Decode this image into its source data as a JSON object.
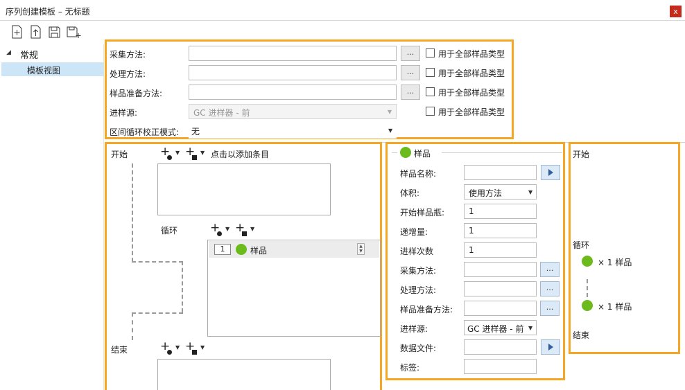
{
  "window": {
    "title": "序列创建模板 – 无标题",
    "close_label": "x"
  },
  "toolbar": {
    "icons": [
      "new-icon",
      "export-icon",
      "save-icon",
      "save-as-icon"
    ]
  },
  "tree": {
    "root_label": "常规",
    "child_label": "模板视图"
  },
  "global_form": {
    "rows": [
      {
        "label": "采集方法:",
        "value": "",
        "check_label": "用于全部样品类型"
      },
      {
        "label": "处理方法:",
        "value": "",
        "check_label": "用于全部样品类型"
      },
      {
        "label": "样品准备方法:",
        "value": "",
        "check_label": "用于全部样品类型"
      },
      {
        "label": "进样源:",
        "value": "GC 进样器 - 前",
        "check_label": "用于全部样品类型"
      }
    ],
    "loop_mode_label": "区间循环校正模式:",
    "loop_mode_value": "无",
    "browse_label": "..."
  },
  "flow": {
    "start_label": "开始",
    "add_hint": "点击以添加条目",
    "loop_label": "循环",
    "loop_item_index": "1",
    "loop_item_label": "样品",
    "end_label": "结束"
  },
  "sample_panel": {
    "header": "样品",
    "fields": {
      "name_label": "样品名称:",
      "name_value": "",
      "volume_label": "体积:",
      "volume_value": "使用方法",
      "start_vial_label": "开始样品瓶:",
      "start_vial_value": "1",
      "increment_label": "递增量:",
      "increment_value": "1",
      "injections_label": "进样次数",
      "injections_value": "1",
      "acq_label": "采集方法:",
      "acq_value": "",
      "proc_label": "处理方法:",
      "proc_value": "",
      "prep_label": "样品准备方法:",
      "prep_value": "",
      "source_label": "进样源:",
      "source_value": "GC 进样器 - 前",
      "datafile_label": "数据文件:",
      "datafile_value": "",
      "tag_label": "标签:",
      "tag_value": ""
    },
    "browse_label": "..."
  },
  "preview": {
    "start_label": "开始",
    "loop_label": "循环",
    "item1": "× 1  样品",
    "item2": "× 1  样品",
    "end_label": "结束"
  },
  "colors": {
    "highlight": "#f5a623",
    "sample_green": "#6cbb1c",
    "selection": "#cde6f7"
  }
}
